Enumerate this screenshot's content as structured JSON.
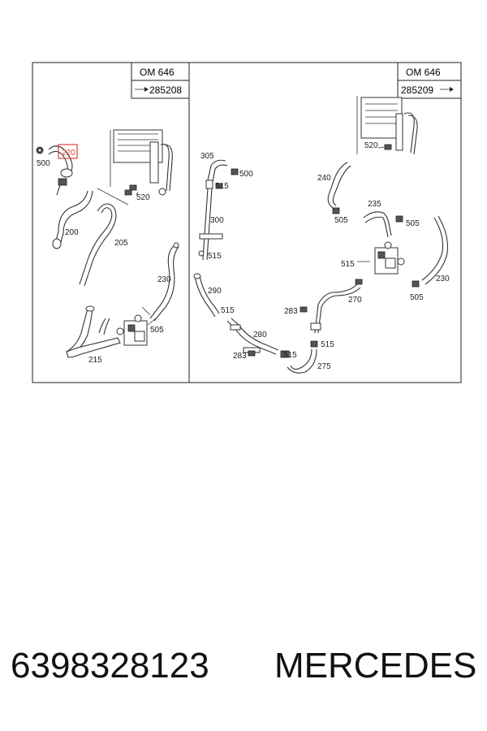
{
  "left_panel": {
    "engine": "OM 646",
    "ref": "285208",
    "highlight_color": "#e0403a",
    "labels": {
      "p220": "220",
      "p500": "500",
      "p520": "520",
      "p200": "200",
      "p205": "205",
      "p230": "230",
      "p505": "505",
      "p215": "215"
    }
  },
  "right_panel": {
    "engine": "OM 646",
    "ref": "285209",
    "labels": {
      "p305": "305",
      "p500": "500",
      "p515a": "515",
      "p300": "300",
      "p515b": "515",
      "p290": "290",
      "p515c": "515",
      "p280": "280",
      "p283a": "283",
      "p515d": "515",
      "p275": "275",
      "p283b": "283",
      "p270": "270",
      "p515e": "515",
      "p520": "520",
      "p240": "240",
      "p235": "235",
      "p505a": "505",
      "p505b": "505",
      "p515f": "515",
      "p230": "230",
      "p505c": "505"
    }
  },
  "footer": {
    "part_number": "6398328123",
    "brand": "MERCEDES"
  }
}
